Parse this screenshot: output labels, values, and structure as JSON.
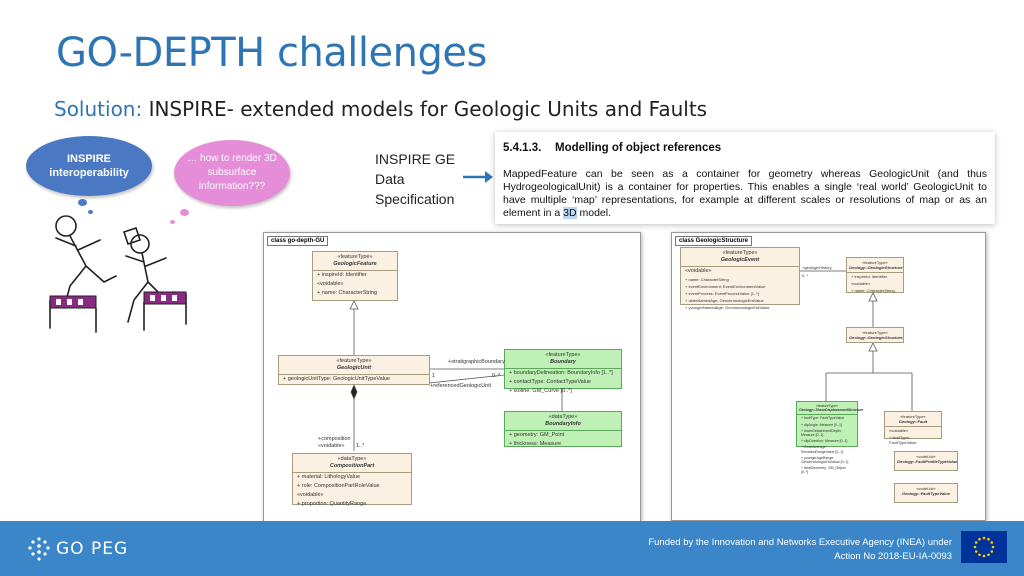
{
  "slide": {
    "title": "GO-DEPTH challenges",
    "subtitle_prefix": "Solution:",
    "subtitle_rest": " INSPIRE- extended models for Geologic Units and Faults"
  },
  "bubbles": {
    "blue": "INSPIRE interoperability",
    "pink": "… how to render 3D subsurface information???"
  },
  "spec_label": [
    "INSPIRE GE",
    "Data",
    "Specification"
  ],
  "spec_box": {
    "section": "5.4.1.3.",
    "heading": "Modelling of object references",
    "text_a": "MappedFeature can be seen as a container for geometry whereas GeologicUnit (and thus HydrogeologicalUnit) is a container for properties. This enables a single ‘real world’ GeologicUnit to have multiple ‘map’ representations, for example at different scales or resolutions of map or as an element in a ",
    "text_hl": "3D",
    "text_b": " model."
  },
  "uml_left": {
    "tab": "class go-depth-GU",
    "geologic_feature": {
      "stereo": "«featureType»",
      "name": "GeologicFeature",
      "attr1": "+ inspireId: Identifier",
      "voidable": "«voidable»",
      "attr2": "+ name: CharacterString"
    },
    "geologic_unit": {
      "stereo": "«featureType»",
      "name": "GeologicUnit",
      "attr1": "+ geologicUnitType: GeologicUnitTypeValue"
    },
    "boundary": {
      "stereo": "«featureType»",
      "name": "Boundary",
      "attr1": "+ boundaryDelineation: BoundaryInfo [1..*]",
      "attr2": "+ contactType: ContactTypeValue",
      "attr3": "+ isoline: GM_Curve [0..*]"
    },
    "boundary_info": {
      "stereo": "«dataType»",
      "name": "BoundaryInfo",
      "attr1": "+ geometry: GM_Point",
      "attr2": "+ thickness: Measure"
    },
    "composition_part": {
      "stereo": "«dataType»",
      "name": "CompositionPart",
      "attr1": "+ material: LithologyValue",
      "attr2": "+ role: CompositionPartRoleValue",
      "voidable": "«voidable»",
      "attr3": "+ proportion: QuantityRange"
    },
    "labels": {
      "strat": "+stratigraphicBoundary",
      "ref": "+referencedGeologicUnit",
      "mult1": "1",
      "mult2": "0..*",
      "comp": "+composition",
      "comp_void": "«voidable»",
      "mult3": "1..*"
    }
  },
  "uml_right": {
    "tab": "class GeologicStructure",
    "geologic_event": {
      "stereo": "«featureType»",
      "name": "GeologicEvent",
      "voidable": "«voidable»",
      "attr1": "+ name: CharacterString",
      "attr2": "+ eventEnvironment: EventEnvironmentValue",
      "attr3": "+ eventProcess: EventProcessValue [1..*]",
      "attr4": "+ olderNamedAge: GeochronologicEraValue",
      "attr5": "+ youngerNamedAge: GeochronologicEraValue"
    },
    "geologic_structure_top": {
      "stereo": "«featureType»",
      "name": "Geology::GeologicStructure",
      "attr1": "+ inspireId: Identifier",
      "voidable": "«voidable»",
      "attr2": "+ name: CharacterString"
    },
    "geologic_structure_mid": {
      "stereo": "«featureType»",
      "name": "Geology::GeologicStructure"
    },
    "shear": {
      "stereo": "«featureType»",
      "name": "Geology::ShearDisplacementStructure",
      "attr1": "+ faultType: FaultTypeValue",
      "attr2": "+ dipAngle: Measure [0..1]",
      "attr3": "+ lowerDetachmentDepth: Measure [0..1]",
      "attr4": "+ slipDirection: Measure [0..1]",
      "attr5": "+ throwAverage: ElevationRangeValue [0..1]",
      "attr6": "+ youngerAgeRange: GeochronologicEraValue [0..1]",
      "attr7": "+ faultGeometry: GM_Object [0..*]"
    },
    "fault": {
      "stereo": "«featureType»",
      "name": "Geology::Fault",
      "voidable": "«voidable»",
      "attr1": "+ faultType: FaultTypeValue"
    },
    "fault_profile": {
      "stereo": "«codeList»",
      "name": "Geology::FaultProfileTypeValue"
    },
    "fault_type": {
      "stereo": "«codeList»",
      "name": "Geology::FaultTypeValue"
    },
    "labels": {
      "geo": "+geologicHistory",
      "mult": "0..*"
    }
  },
  "footer": {
    "logo": "GO PEG",
    "line1": "Funded by the Innovation and Networks Executive Agency (INEA) under",
    "line2": "Action No 2018-EU-IA-0093"
  },
  "colors": {
    "title_blue": "#2e75b6",
    "bar_blue": "#3a86c8",
    "bubble_blue": "#4a78c2",
    "bubble_pink": "#e58dd8",
    "uml_green": "#bff0b6",
    "uml_cream": "#fbf1e2"
  }
}
